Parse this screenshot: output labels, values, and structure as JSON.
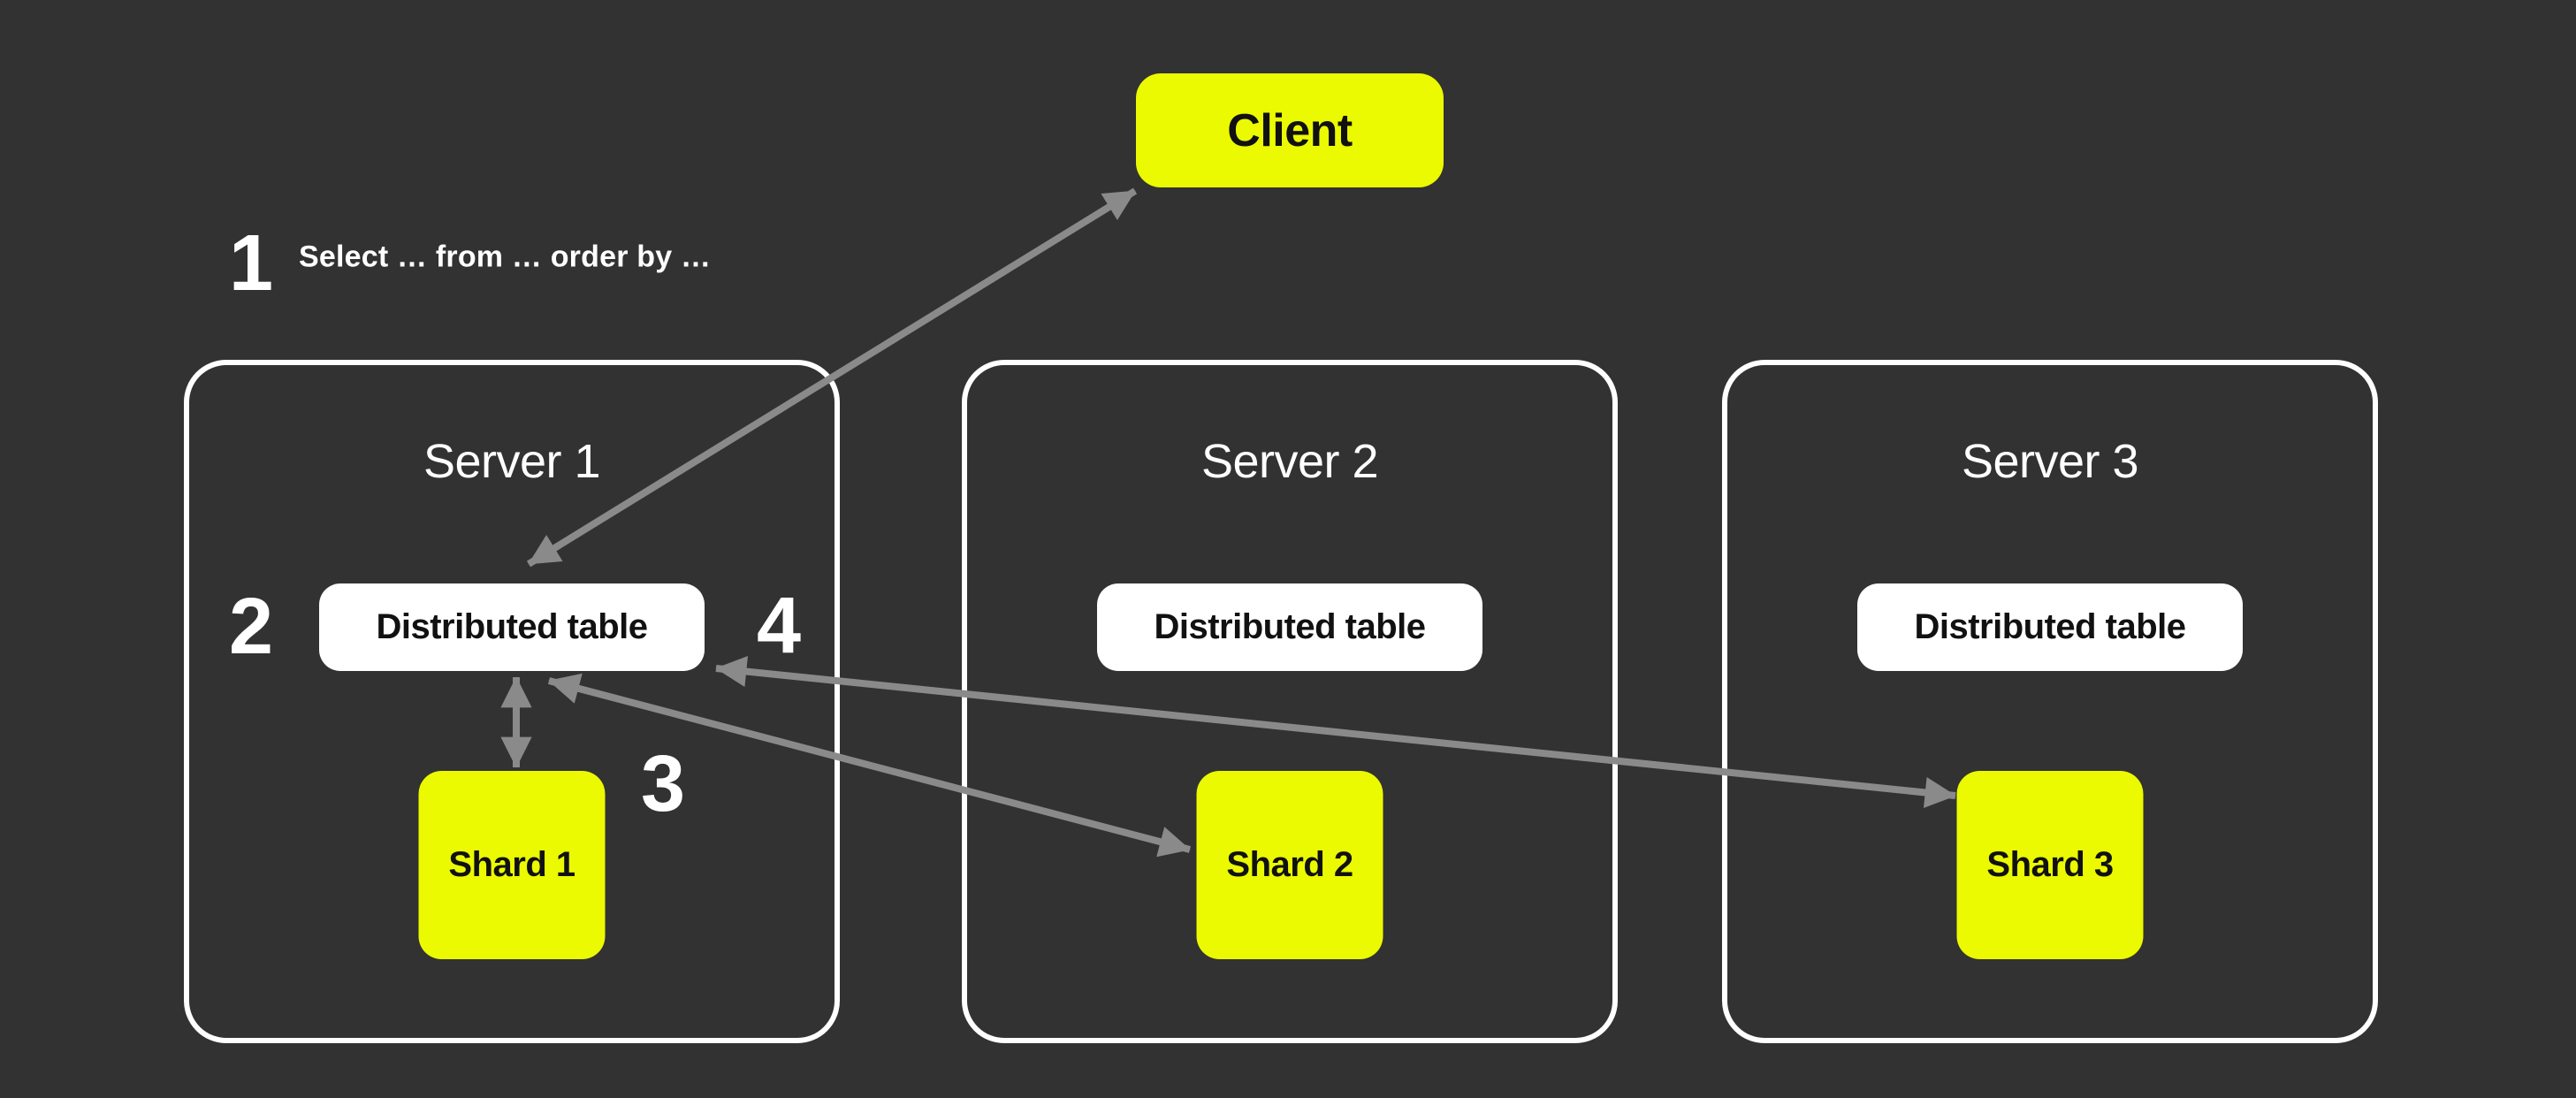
{
  "client": {
    "label": "Client"
  },
  "annotations": {
    "step1": {
      "number": "1",
      "caption": "Select … from … order by …"
    },
    "step2": {
      "number": "2"
    },
    "step3": {
      "number": "3"
    },
    "step4": {
      "number": "4"
    }
  },
  "servers": [
    {
      "title": "Server 1",
      "distributed_table": "Distributed table",
      "shard": "Shard 1"
    },
    {
      "title": "Server 2",
      "distributed_table": "Distributed table",
      "shard": "Shard 2"
    },
    {
      "title": "Server 3",
      "distributed_table": "Distributed table",
      "shard": "Shard 3"
    }
  ],
  "connections": [
    {
      "from": "distributed-table-1",
      "to": "client",
      "bidirectional": true
    },
    {
      "from": "distributed-table-1",
      "to": "shard-1",
      "bidirectional": true
    },
    {
      "from": "distributed-table-1",
      "to": "shard-2",
      "bidirectional": true
    },
    {
      "from": "distributed-table-1",
      "to": "shard-3",
      "bidirectional": true
    }
  ],
  "colors": {
    "background": "#323232",
    "accent_yellow": "#EBFA00",
    "node_white": "#FFFFFF",
    "arrow_gray": "#8A8A8A",
    "text_light": "#FFFFFF",
    "text_dark": "#111111"
  }
}
